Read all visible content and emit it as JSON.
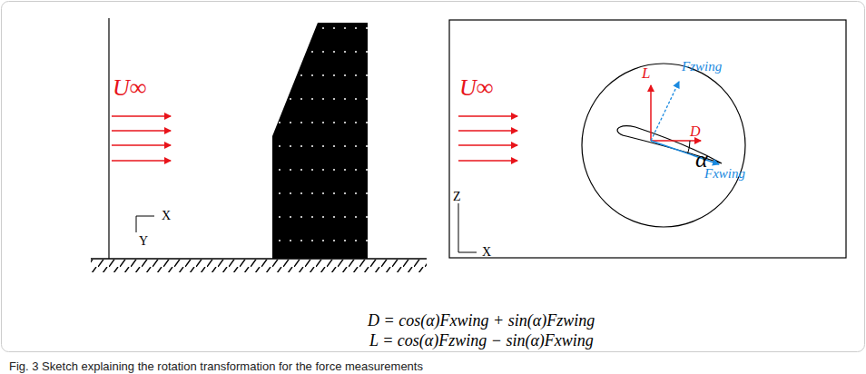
{
  "diagram": {
    "caption": "Fig. 3 Sketch explaining the rotation transformation for the force measurements",
    "labels": [
      "U∞",
      "X",
      "Y",
      "U∞",
      "L",
      "Fzwing",
      "D",
      "α",
      "Fxwing",
      "Z",
      "X",
      "D = cos(α)Fxwing + sin(α)Fzwing",
      "L = cos(α)Fzwing − sin(α)Fxwing"
    ]
  }
}
